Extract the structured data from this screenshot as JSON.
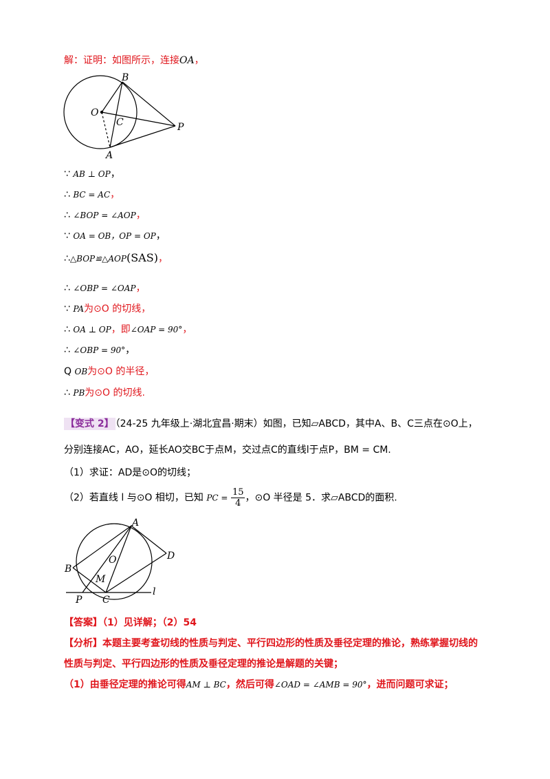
{
  "solution": {
    "intro_prefix": "解：证明：如图所示，连接",
    "intro_var": "OA",
    "intro_suffix": "，"
  },
  "fig1_labels": {
    "B": "B",
    "O": "O",
    "C": "C",
    "P": "P",
    "A": "A"
  },
  "proof": [
    {
      "sym": "∵",
      "expr": "AB ⊥ OP",
      "tail": "，"
    },
    {
      "sym": "∴",
      "expr": "BC = AC",
      "tail": "，"
    },
    {
      "sym": "∴",
      "expr": "∠BOP = ∠AOP",
      "tail": "，"
    },
    {
      "sym": "∵",
      "expr": "OA = OB，OP = OP",
      "tail": "，"
    },
    {
      "sym": "∴",
      "expr": "△BOP≌△AOP",
      "paren": "(SAS)",
      "tail": "，"
    },
    {
      "sym": "∴",
      "expr": "∠OBP = ∠OAP",
      "tail": "，"
    },
    {
      "sym": "∵",
      "expr": "PA",
      "text": "为⊙O 的切线，"
    },
    {
      "sym": "∴",
      "expr": "OA ⊥ OP",
      "text": "，即",
      "expr2": "∠OAP = 90°",
      "tail": "，"
    },
    {
      "sym": "∴",
      "expr": "∠OBP = 90°",
      "tail": "，"
    },
    {
      "sym": "Q",
      "expr": "OB",
      "text": "为⊙O 的半径，"
    },
    {
      "sym": "∴",
      "expr": "PB",
      "text": "为⊙O 的切线."
    }
  ],
  "variant": {
    "tag": "【变式 2】",
    "source": "（24-25 九年级上·湖北宜昌·期末）如图，已知▱ABCD，其中A、B、C三点在⊙O上，",
    "line2": "分别连接AC，AO，延长AO交BC于点M，交过点C的直线l于点P，BM = CM.",
    "q1": "（1）求证：AD是⊙O的切线；",
    "q2_a": "（2）若直线 l 与⊙O 相切，已知",
    "q2_frac_lhs": "PC =",
    "q2_frac_num": "15",
    "q2_frac_den": "4",
    "q2_b": "，⊙O 半径是 5．求▱ABCD的面积."
  },
  "fig2_labels": {
    "A": "A",
    "D": "D",
    "O": "O",
    "B": "B",
    "M": "M",
    "P": "P",
    "C": "C",
    "l": "l"
  },
  "answer": {
    "label": "【答案】",
    "text": "（1）见详解；（2）54"
  },
  "analysis": {
    "label": "【分析】",
    "text1": "本题主要考查切线的性质与判定、平行四边形的性质及垂径定理的推论，熟练掌握切线的",
    "text2": "性质与判定、平行四边形的性质及垂径定理的推论是解题的关键；",
    "text3_a": "（1）由垂径定理的推论可得",
    "text3_expr1": "AM ⊥ BC",
    "text3_b": "，然后可得",
    "text3_expr2": "∠OAD = ∠AMB = 90°",
    "text3_c": "，进而问题可求证；"
  }
}
